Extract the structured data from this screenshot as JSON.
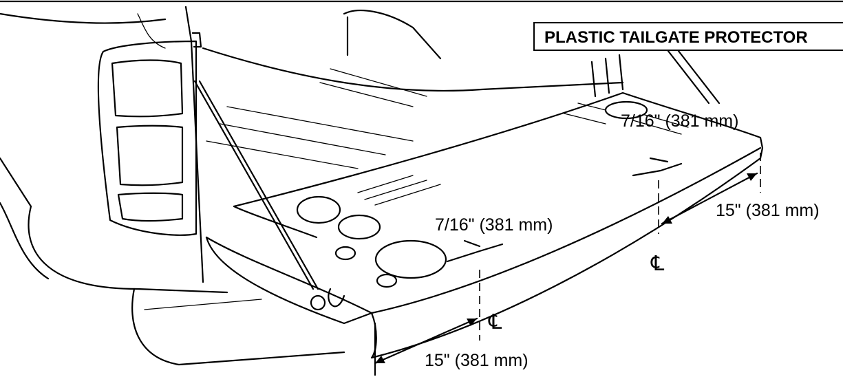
{
  "title": "PLASTIC TAILGATE PROTECTOR",
  "dimensions": {
    "offset_left": "7/16\" (381 mm)",
    "offset_right": "7/16\" (381 mm)",
    "width_left": "15\" (381 mm)",
    "width_right": "15\" (381 mm)"
  },
  "centerline_symbol": "℄"
}
